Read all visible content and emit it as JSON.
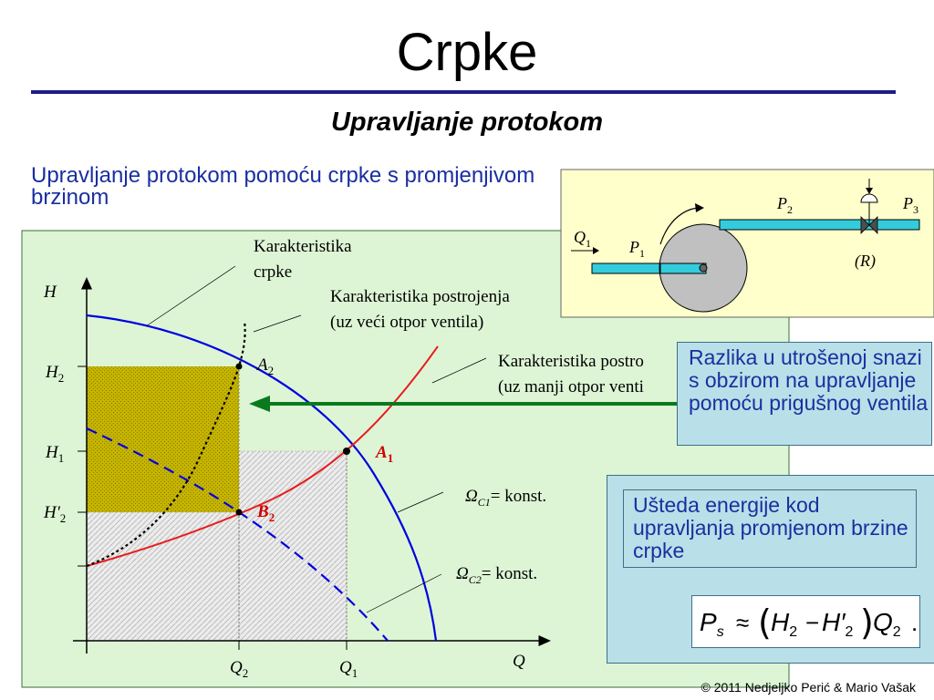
{
  "title": "Crpke",
  "subtitle": "Upravljanje protokom",
  "lead": "Upravljanje protokom pomoću crpke s promjenjivom brzinom",
  "chart": {
    "axis_h": "H",
    "axis_q": "Q",
    "h2": "H",
    "h2_sub": "2",
    "h1": "H",
    "h1_sub": "1",
    "h2p": "H'",
    "h2p_sub": "2",
    "q2": "Q",
    "q2_sub": "2",
    "q1": "Q",
    "q1_sub": "1",
    "label_pump_1": "Karakteristika",
    "label_pump_2": "crpke",
    "label_sys_high_1": "Karakteristika postrojenja",
    "label_sys_high_2": "(uz veći otpor ventila)",
    "label_sys_low_1": "Karakteristika postro",
    "label_sys_low_2": "(uz manji otpor venti",
    "a2": "A",
    "a2_sub": "2",
    "a1": "A",
    "a1_sub": "1",
    "b2": "B",
    "b2_sub": "2",
    "omega_c1": "Ω",
    "omega_c1_sub": "C1",
    "omega_c1_rest": "= konst.",
    "omega_c2": "Ω",
    "omega_c2_sub": "C2",
    "omega_c2_rest": "= konst."
  },
  "schematic": {
    "q1": "Q",
    "q1_sub": "1",
    "p1": "P",
    "p1_sub": "1",
    "p2": "P",
    "p2_sub": "2",
    "p3": "P",
    "p3_sub": "3",
    "r": "(R)"
  },
  "box1_text": "Razlika u utrošenoj snazi s obzirom na upravljanje pomoću prigušnog ventila",
  "box2_text": "Ušteda energije kod upravljanja promjenom brzine crpke",
  "formula": {
    "ps": "P",
    "ps_sub": "s",
    "approx": "≈",
    "h2": "H",
    "h2_sub": "2",
    "minus": "−",
    "h2p": "H′",
    "h2p_sub": "2",
    "q2": "Q",
    "q2_sub": "2"
  },
  "copyright": "© 2011 Nedjeljko Perić & Mario Vašak",
  "colors": {
    "pump_curve": "#0000e0",
    "system_curve_low": "#e81c1c",
    "arrow": "#0a7a1e",
    "chart_bg": "#ddf5d5",
    "schematic_bg": "#ffffcc",
    "info_box": "#b9e0e8",
    "lead_text": "#1a2fa0"
  }
}
